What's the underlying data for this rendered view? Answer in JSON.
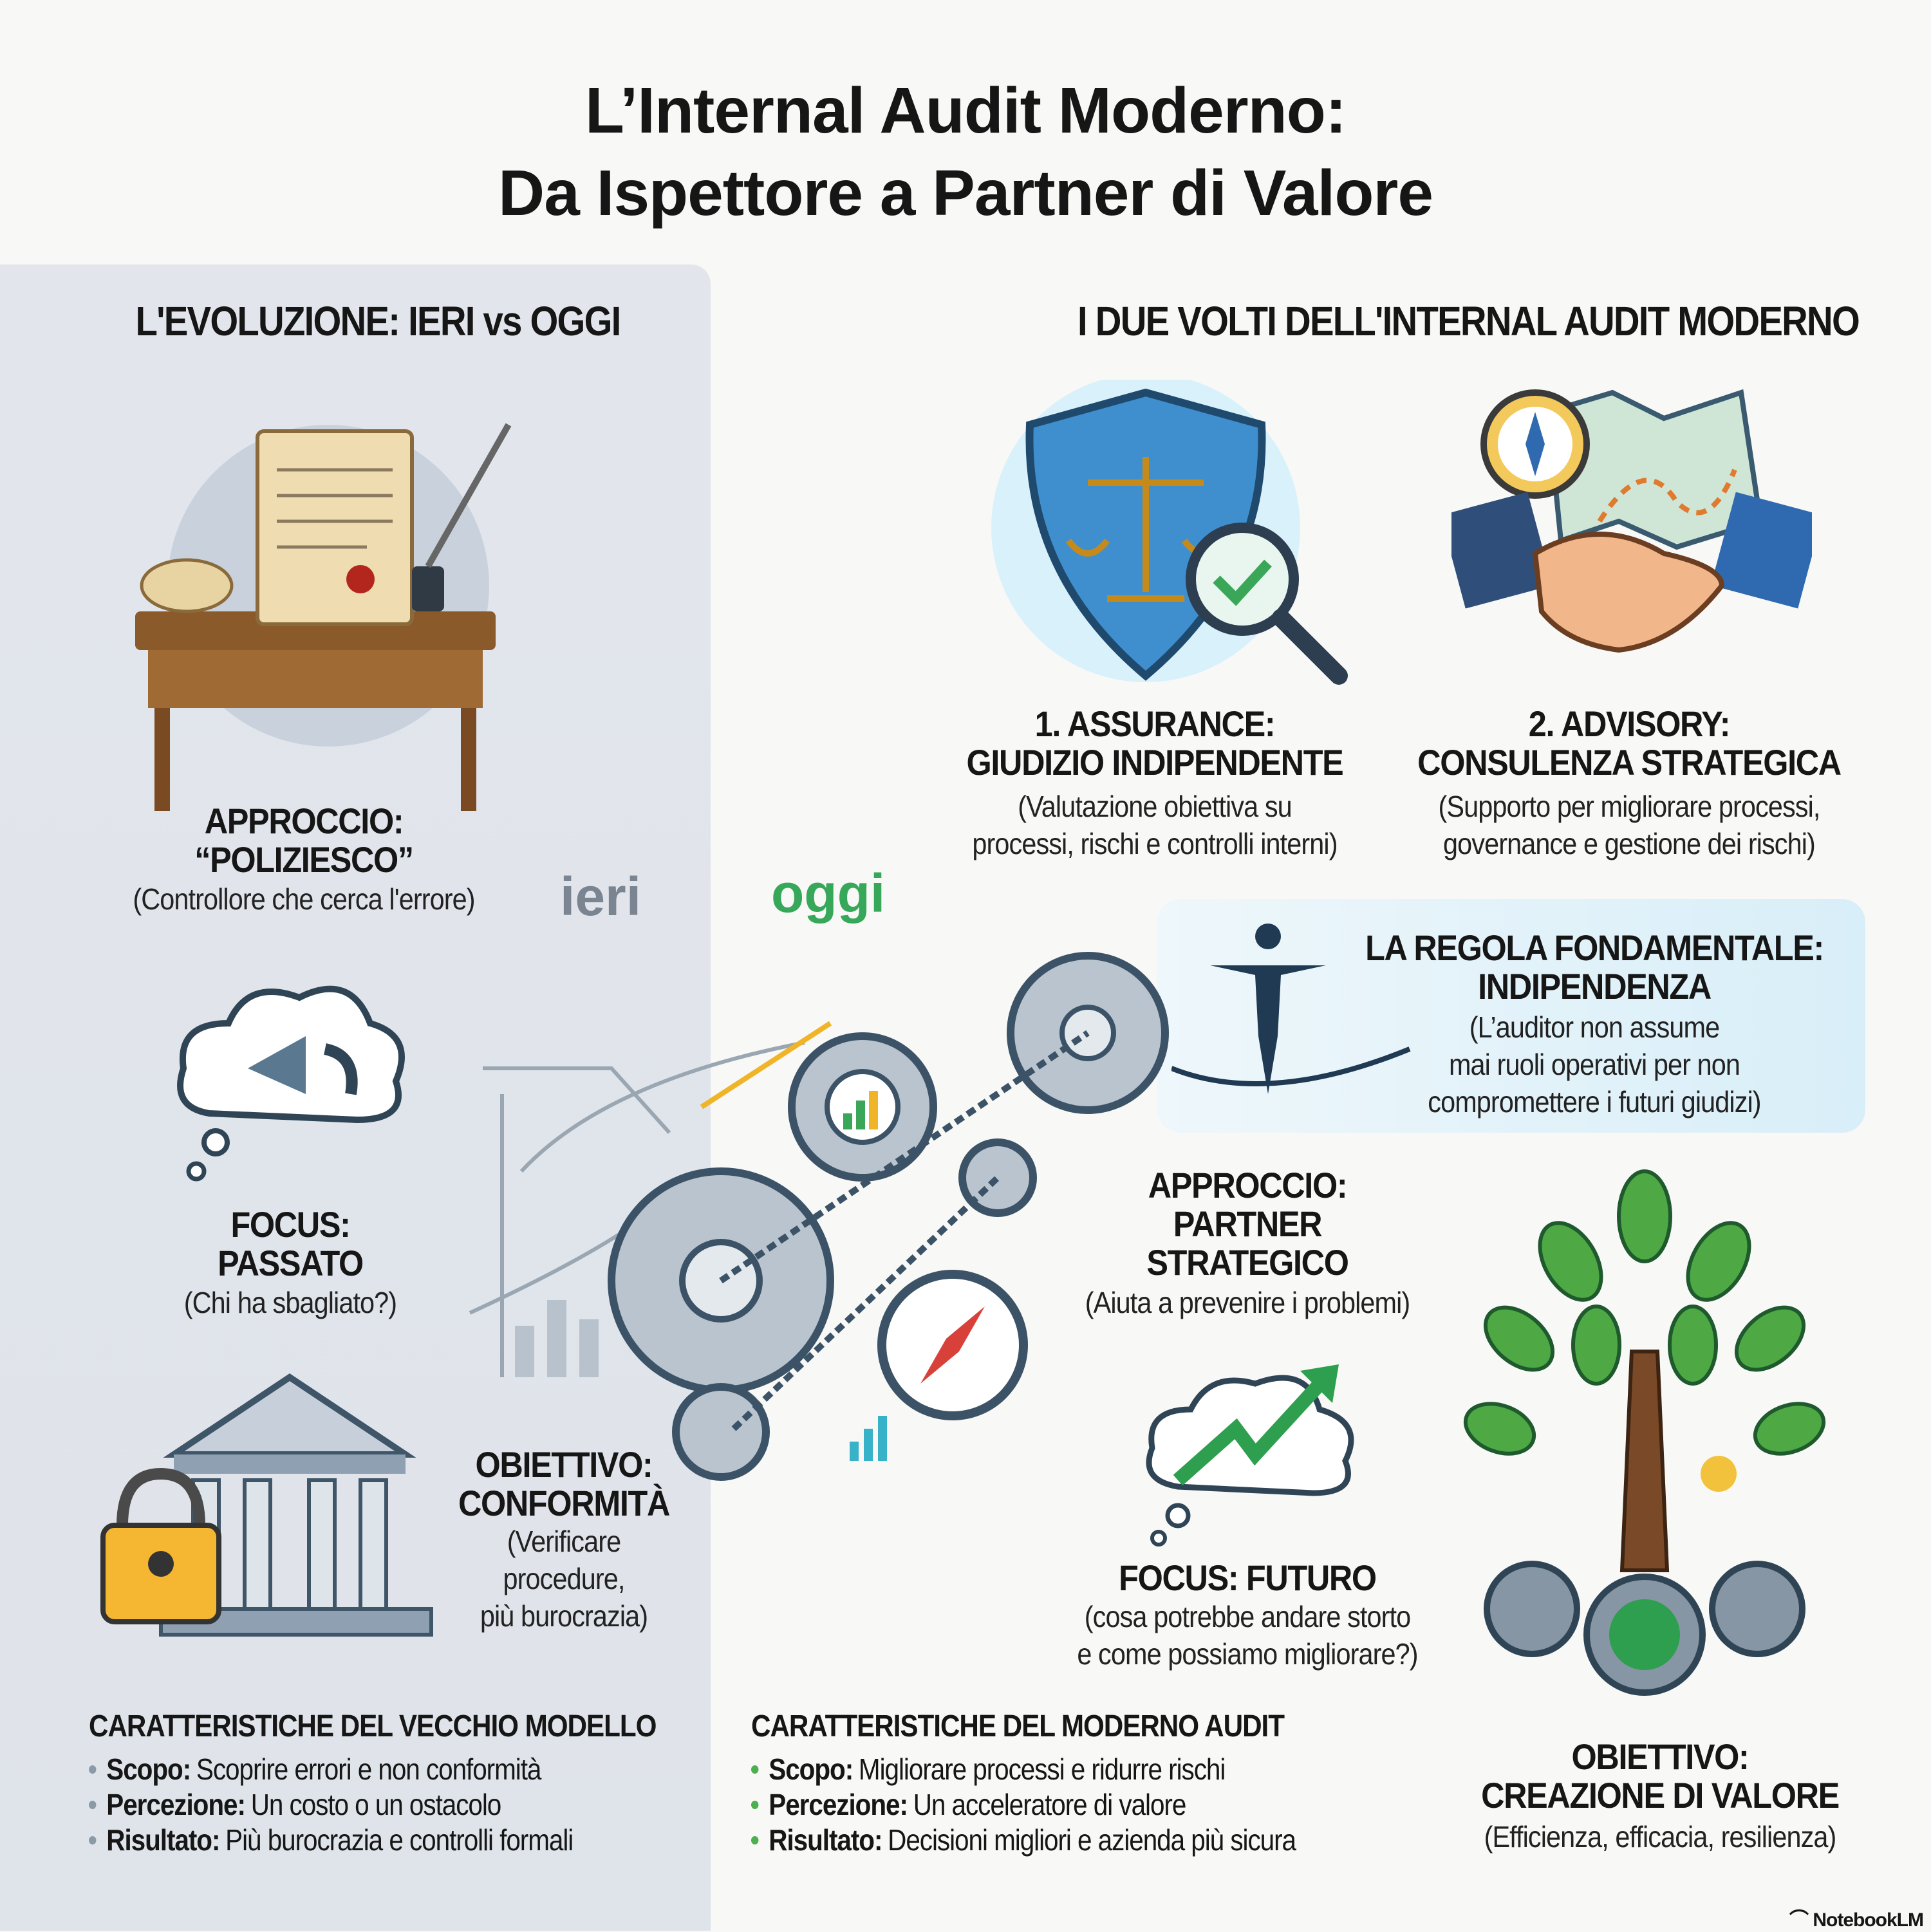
{
  "title": {
    "line1": "L’Internal Audit Moderno:",
    "line2": "Da Ispettore a Partner di Valore"
  },
  "left": {
    "heading": "L'EVOLUZIONE: IERI vs OGGI",
    "approach": {
      "title1": "APPROCCIO:",
      "title2": "“POLIZIESCO”",
      "desc": "(Controllore che cerca l'errore)"
    },
    "label": "ieri",
    "focus": {
      "title1": "FOCUS:",
      "title2": "PASSATO",
      "desc": "(Chi ha sbagliato?)"
    },
    "goal": {
      "title1": "OBIETTIVO:",
      "title2": "CONFORMITÀ",
      "desc1": "(Verificare",
      "desc2": "procedure,",
      "desc3": "più burocrazia)"
    },
    "features": {
      "heading": "CARATTERISTICHE DEL VECCHIO MODELLO",
      "items": [
        {
          "key": "Scopo:",
          "value": "Scoprire errori e non conformità"
        },
        {
          "key": "Percezione:",
          "value": "Un costo o un ostacolo"
        },
        {
          "key": "Risultato:",
          "value": "Più burocrazia e controlli formali"
        }
      ]
    }
  },
  "right": {
    "heading": "I DUE VOLTI DELL'INTERNAL AUDIT MODERNO",
    "assurance": {
      "title1": "1. ASSURANCE:",
      "title2": "GIUDIZIO INDIPENDENTE",
      "desc1": "(Valutazione obiettiva su",
      "desc2": "processi, rischi e controlli interni)"
    },
    "advisory": {
      "title1": "2. ADVISORY:",
      "title2": "CONSULENZA STRATEGICA",
      "desc1": "(Supporto per migliorare processi,",
      "desc2": "governance e gestione dei rischi)"
    },
    "label": "oggi",
    "rule": {
      "title1": "LA REGOLA FONDAMENTALE:",
      "title2": "INDIPENDENZA",
      "desc1": "(L’auditor non assume",
      "desc2": "mai ruoli operativi per non",
      "desc3": "compromettere i futuri giudizi)"
    },
    "approach": {
      "title1": "APPROCCIO:",
      "title2": "PARTNER",
      "title3": "STRATEGICO",
      "desc": "(Aiuta a prevenire i problemi)"
    },
    "focus": {
      "title1": "FOCUS: FUTURO",
      "desc1": "(cosa potrebbe andare storto",
      "desc2": "e come possiamo migliorare?)"
    },
    "goal": {
      "title1": "OBIETTIVO:",
      "title2": "CREAZIONE DI VALORE",
      "desc": "(Efficienza, efficacia, resilienza)"
    },
    "features": {
      "heading": "CARATTERISTICHE DEL MODERNO AUDIT",
      "items": [
        {
          "key": "Scopo:",
          "value": "Migliorare processi e ridurre rischi"
        },
        {
          "key": "Percezione:",
          "value": "Un acceleratore di valore"
        },
        {
          "key": "Risultato:",
          "value": "Decisioni migliori e azienda più sicura"
        }
      ]
    }
  },
  "footer": {
    "brand": "NotebookLM"
  },
  "colors": {
    "left_bullet": "#8a9aa6",
    "right_bullet": "#4caf50",
    "old_label": "#7b8592",
    "new_label": "#37a85a",
    "rule_box": "#dff0f8"
  }
}
